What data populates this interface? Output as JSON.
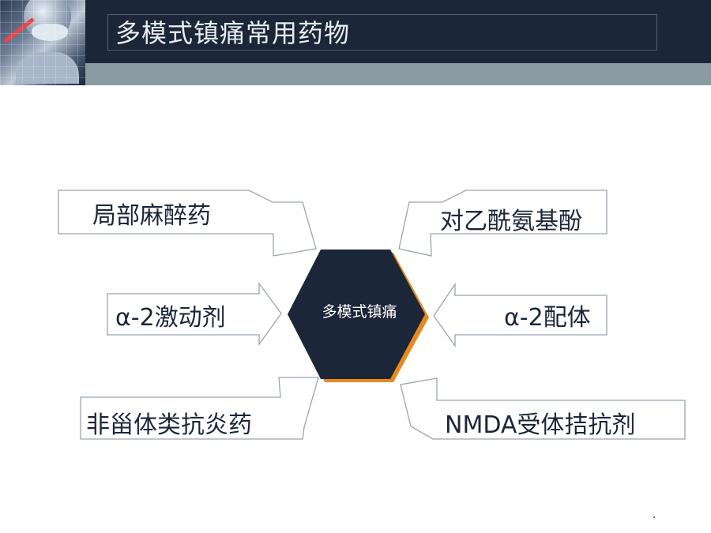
{
  "slide": {
    "title": "多模式镇痛常用药物",
    "center_label": "多模式镇痛",
    "footer_mark": "."
  },
  "drugs": {
    "local_anesthetic": "局部麻醉药",
    "acetaminophen": "对乙酰氨基酚",
    "alpha2_agonist": "α-2激动剂",
    "alpha2_ligand": "α-2配体",
    "nsaids": "非甾体类抗炎药",
    "nmda_antagonist": "NMDA受体拮抗剂"
  },
  "colors": {
    "header_dark": "#1c2639",
    "header_band": "#8b9aa3",
    "hexagon_fill": "#1c2639",
    "hexagon_edge": "#e68a1e",
    "arrow_stroke": "#9aa3b3"
  }
}
